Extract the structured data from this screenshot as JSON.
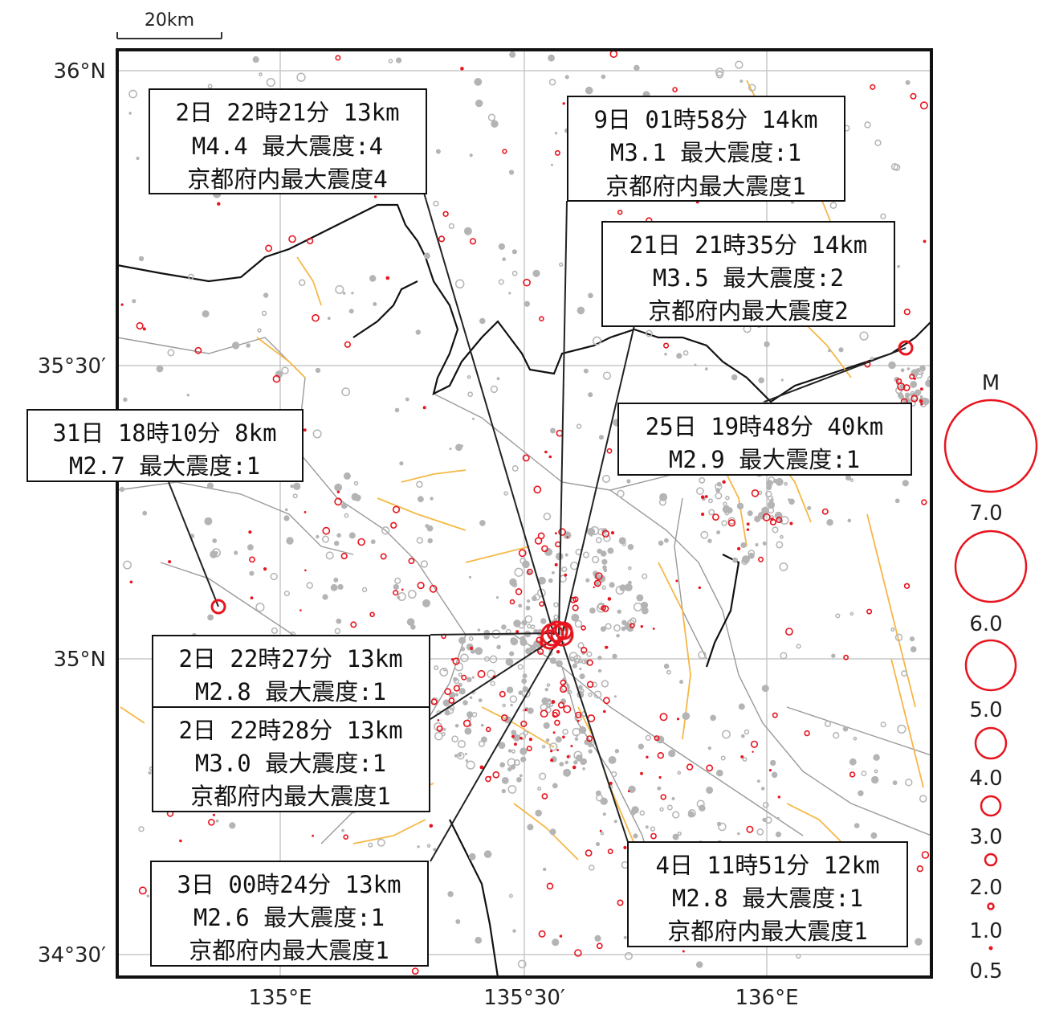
{
  "scale": {
    "label": "20km"
  },
  "lat_labels": [
    "36°N",
    "35°30′",
    "35°N",
    "34°30′"
  ],
  "lon_labels": [
    "135°E",
    "135°30′",
    "136°E"
  ],
  "legend": {
    "title": "M",
    "items": [
      "7.0",
      "6.0",
      "5.0",
      "4.0",
      "3.0",
      "2.0",
      "1.0",
      "0.5"
    ]
  },
  "colors": {
    "event": "#e8141e",
    "background_event": "#b4b4b4",
    "fault": "#f5b846",
    "boundary": "#111111",
    "grid": "#c8c8c8"
  },
  "annotations": [
    {
      "id": "eq-2-2221",
      "lines": [
        "2日 22時21分 13km",
        "M4.4 最大震度:4",
        "京都府内最大震度4"
      ]
    },
    {
      "id": "eq-9-0158",
      "lines": [
        "9日 01時58分 14km",
        "M3.1 最大震度:1",
        "京都府内最大震度1"
      ]
    },
    {
      "id": "eq-21-2135",
      "lines": [
        "21日 21時35分 14km",
        "M3.5 最大震度:2",
        "京都府内最大震度2"
      ]
    },
    {
      "id": "eq-31-1810",
      "lines": [
        "31日 18時10分 8km",
        "M2.7 最大震度:1"
      ]
    },
    {
      "id": "eq-25-1948",
      "lines": [
        "25日 19時48分 40km",
        "M2.9 最大震度:1"
      ]
    },
    {
      "id": "eq-2-2227",
      "lines": [
        "2日 22時27分 13km",
        "M2.8 最大震度:1"
      ]
    },
    {
      "id": "eq-2-2228",
      "lines": [
        "2日 22時28分 13km",
        "M3.0 最大震度:1",
        "京都府内最大震度1"
      ]
    },
    {
      "id": "eq-3-0024",
      "lines": [
        "3日 00時24分 13km",
        "M2.6 最大震度:1",
        "京都府内最大震度1"
      ]
    },
    {
      "id": "eq-4-1151",
      "lines": [
        "4日 11時51分 12km",
        "M2.8 最大震度:1",
        "京都府内最大震度1"
      ]
    }
  ]
}
